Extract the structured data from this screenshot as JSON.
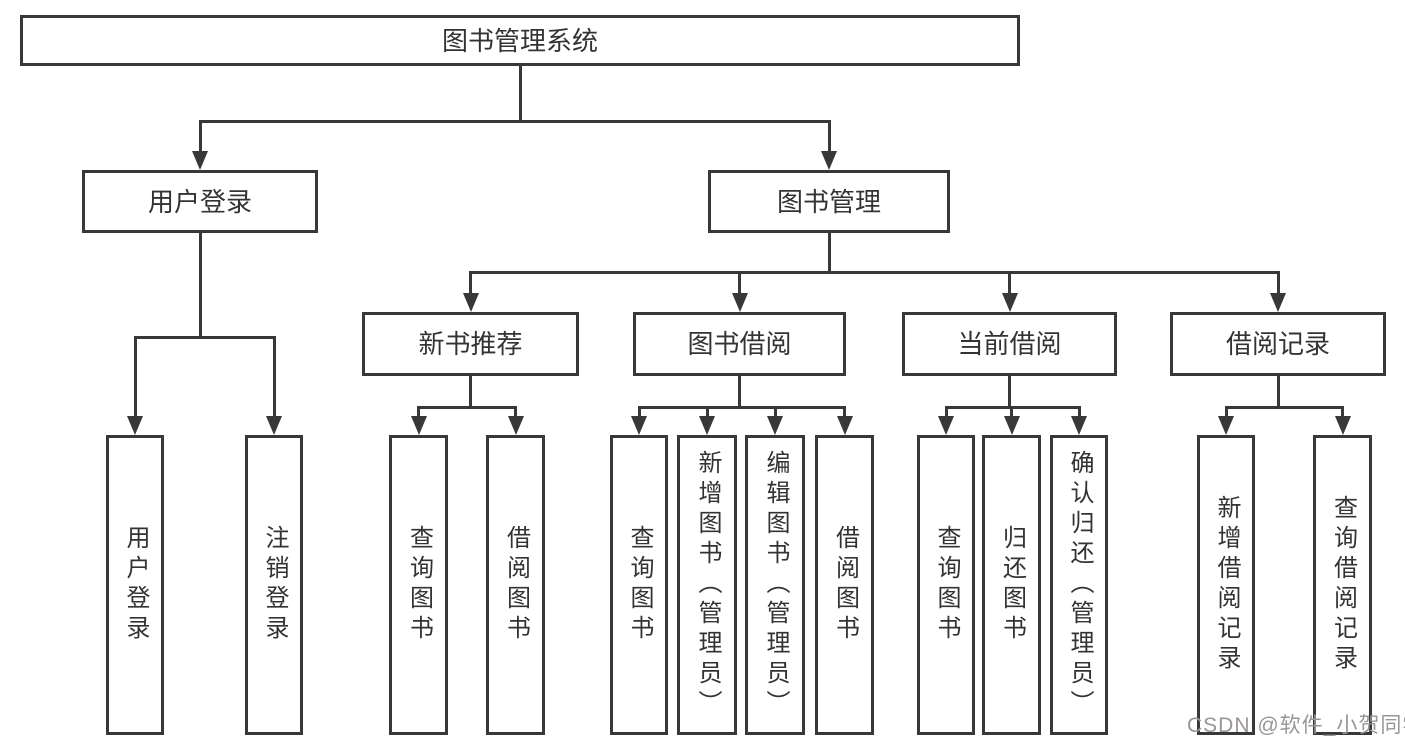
{
  "diagram": {
    "title": "图书管理系统",
    "watermark": "CSDN @软件_小贺同学",
    "colors": {
      "line": "#383838",
      "box_border": "#383838",
      "text": "#333333",
      "background": "#ffffff",
      "watermark": "#9a9596"
    },
    "nodes": [
      {
        "id": "root",
        "label": "图书管理系统",
        "vertical": false
      },
      {
        "id": "user-login",
        "label": "用户登录",
        "vertical": false
      },
      {
        "id": "book-mgmt",
        "label": "图书管理",
        "vertical": false
      },
      {
        "id": "new-book-rec",
        "label": "新书推荐",
        "vertical": false
      },
      {
        "id": "book-borrow",
        "label": "图书借阅",
        "vertical": false
      },
      {
        "id": "current-borrow",
        "label": "当前借阅",
        "vertical": false
      },
      {
        "id": "borrow-records",
        "label": "借阅记录",
        "vertical": false
      },
      {
        "id": "leaf-user-login",
        "label": "用户登录",
        "vertical": true
      },
      {
        "id": "leaf-logout",
        "label": "注销登录",
        "vertical": true
      },
      {
        "id": "leaf-query-book-1",
        "label": "查询图书",
        "vertical": true
      },
      {
        "id": "leaf-borrow-book-1",
        "label": "借阅图书",
        "vertical": true
      },
      {
        "id": "leaf-query-book-2",
        "label": "查询图书",
        "vertical": true
      },
      {
        "id": "leaf-add-book",
        "label": "新增图书（管理员）",
        "vertical": true
      },
      {
        "id": "leaf-edit-book",
        "label": "编辑图书（管理员）",
        "vertical": true
      },
      {
        "id": "leaf-borrow-book-2",
        "label": "借阅图书",
        "vertical": true
      },
      {
        "id": "leaf-query-book-3",
        "label": "查询图书",
        "vertical": true
      },
      {
        "id": "leaf-return-book",
        "label": "归还图书",
        "vertical": true
      },
      {
        "id": "leaf-confirm-return",
        "label": "确认归还（管理员）",
        "vertical": true
      },
      {
        "id": "leaf-add-borrow-record",
        "label": "新增借阅记录",
        "vertical": true
      },
      {
        "id": "leaf-query-borrow-record",
        "label": "查询借阅记录",
        "vertical": true
      }
    ],
    "edges": [
      {
        "parent": "root",
        "children": [
          "user-login",
          "book-mgmt"
        ]
      },
      {
        "parent": "user-login",
        "children": [
          "leaf-user-login",
          "leaf-logout"
        ]
      },
      {
        "parent": "book-mgmt",
        "children": [
          "new-book-rec",
          "book-borrow",
          "current-borrow",
          "borrow-records"
        ]
      },
      {
        "parent": "new-book-rec",
        "children": [
          "leaf-query-book-1",
          "leaf-borrow-book-1"
        ]
      },
      {
        "parent": "book-borrow",
        "children": [
          "leaf-query-book-2",
          "leaf-add-book",
          "leaf-edit-book",
          "leaf-borrow-book-2"
        ]
      },
      {
        "parent": "current-borrow",
        "children": [
          "leaf-query-book-3",
          "leaf-return-book",
          "leaf-confirm-return"
        ]
      },
      {
        "parent": "borrow-records",
        "children": [
          "leaf-add-borrow-record",
          "leaf-query-borrow-record"
        ]
      }
    ]
  }
}
